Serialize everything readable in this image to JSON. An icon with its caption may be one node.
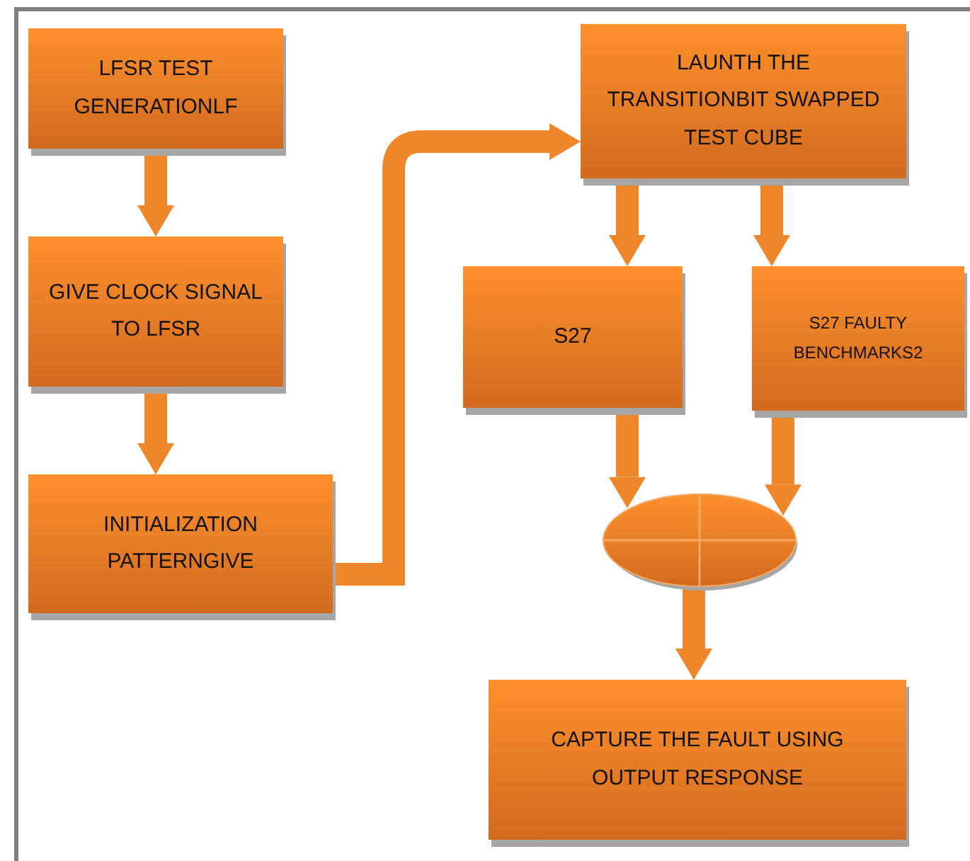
{
  "diagram": {
    "nodes": [
      {
        "text": [
          "LFSR TEST GENERATIONLF"
        ]
      },
      {
        "text": [
          "GIVE CLOCK SIGNAL TO LFSR"
        ]
      },
      {
        "text": [
          "INITIALIZATION PATTERNGIVE"
        ]
      },
      {
        "text": [
          "LAUNTH THE TRANSITIONBIT SWAPPED TEST CUBE"
        ]
      },
      {
        "text": [
          "S27"
        ]
      },
      {
        "text": [
          "S27 FAULTY BENCHMARKS2"
        ]
      },
      {
        "text": [],
        "shape": "ellipse"
      },
      {
        "text": [
          "CAPTURE THE FAULT USING OUTPUT RESPONSE"
        ]
      }
    ],
    "edges": [
      {
        "from": 0,
        "to": 1,
        "arrow": "to"
      },
      {
        "from": 1,
        "to": 2,
        "arrow": "to"
      },
      {
        "from": 2,
        "to": 3,
        "arrow": "to"
      },
      {
        "from": 3,
        "to": 4,
        "arrow": "to"
      },
      {
        "from": 3,
        "to": 5,
        "arrow": "to"
      },
      {
        "from": 4,
        "to": 6,
        "arrow": "to"
      },
      {
        "from": 5,
        "to": 6,
        "arrow": "to"
      },
      {
        "from": 6,
        "to": 7,
        "arrow": "to"
      }
    ]
  }
}
